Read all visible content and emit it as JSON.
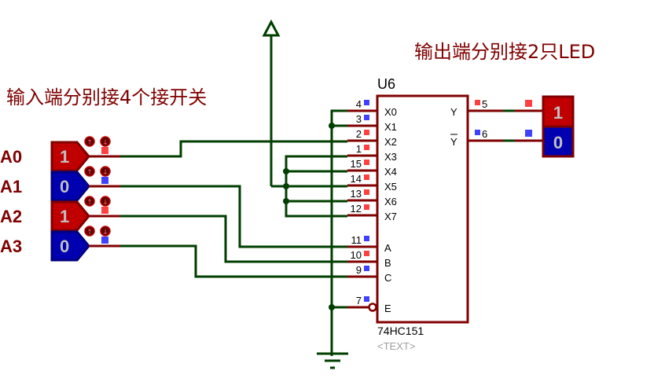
{
  "annotations": {
    "input_note": "输入端分别接4个接开关",
    "output_note": "输出端分别接2只LED"
  },
  "colors": {
    "wire": "#003f00",
    "pin": "#800000",
    "high": "#c00000",
    "low": "#0000b0",
    "state_high": "#ff4040",
    "state_low": "#4040ff",
    "text_dark_red": "#800000"
  },
  "switches": [
    {
      "label": "A0",
      "value": "1",
      "state": "high"
    },
    {
      "label": "A1",
      "value": "0",
      "state": "low"
    },
    {
      "label": "A2",
      "value": "1",
      "state": "high"
    },
    {
      "label": "A3",
      "value": "0",
      "state": "low"
    }
  ],
  "chip": {
    "ref": "U6",
    "part": "74HC151",
    "text": "<TEXT>",
    "left_pins": [
      {
        "num": "4",
        "name": "X0",
        "state": "low"
      },
      {
        "num": "3",
        "name": "X1",
        "state": "low"
      },
      {
        "num": "2",
        "name": "X2",
        "state": "high"
      },
      {
        "num": "1",
        "name": "X3",
        "state": "high"
      },
      {
        "num": "15",
        "name": "X4",
        "state": "high"
      },
      {
        "num": "14",
        "name": "X5",
        "state": "high"
      },
      {
        "num": "13",
        "name": "X6",
        "state": "high"
      },
      {
        "num": "12",
        "name": "X7",
        "state": "high"
      },
      {
        "num": "11",
        "name": "A",
        "state": "low"
      },
      {
        "num": "10",
        "name": "B",
        "state": "high"
      },
      {
        "num": "9",
        "name": "C",
        "state": "low"
      },
      {
        "num": "7",
        "name": "E",
        "state": "low"
      }
    ],
    "right_pins": [
      {
        "num": "5",
        "name": "Y",
        "state": "high"
      },
      {
        "num": "6",
        "name": "Y",
        "overbar": true,
        "state": "low"
      }
    ]
  },
  "leds": [
    {
      "value": "1",
      "state": "high"
    },
    {
      "value": "0",
      "state": "low"
    }
  ],
  "icons": {
    "power": "power-arrow-icon",
    "ground": "ground-icon",
    "probe_up": "↑",
    "probe_down": "↓"
  }
}
